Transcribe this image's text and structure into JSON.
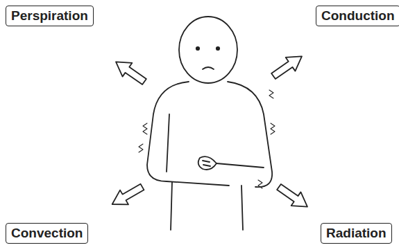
{
  "diagram": {
    "nodes": [
      {
        "text": [
          "Perspiration"
        ]
      },
      {
        "text": [
          "Conduction"
        ]
      },
      {
        "text": [
          "Convection"
        ]
      },
      {
        "text": [
          "Radiation"
        ]
      }
    ]
  }
}
